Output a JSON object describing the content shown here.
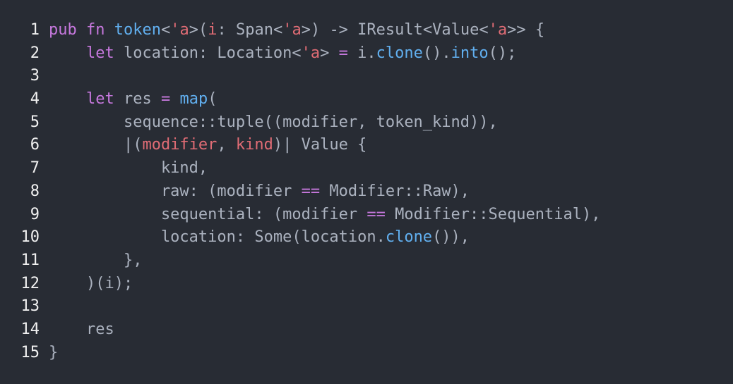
{
  "window": {
    "title": ""
  },
  "theme": {
    "background": "#282c34",
    "text": "#abb2bf",
    "line_number": "#f0f0f0",
    "keyword": "#c678dd",
    "function": "#61afef",
    "lifetime": "#e06c75",
    "parameter": "#e06c75",
    "operator": "#c678dd"
  },
  "editor": {
    "language": "rust",
    "lines": [
      {
        "number": "1",
        "tokens": [
          {
            "type": "keyword",
            "text": "pub"
          },
          {
            "type": "text",
            "text": " "
          },
          {
            "type": "keyword",
            "text": "fn"
          },
          {
            "type": "text",
            "text": " "
          },
          {
            "type": "function",
            "text": "token"
          },
          {
            "type": "text",
            "text": "<"
          },
          {
            "type": "lifetime",
            "text": "'a"
          },
          {
            "type": "text",
            "text": ">("
          },
          {
            "type": "param",
            "text": "i"
          },
          {
            "type": "text",
            "text": ": Span<"
          },
          {
            "type": "lifetime",
            "text": "'a"
          },
          {
            "type": "text",
            "text": ">) -> IResult<Value<"
          },
          {
            "type": "lifetime",
            "text": "'a"
          },
          {
            "type": "text",
            "text": ">> {"
          }
        ]
      },
      {
        "number": "2",
        "tokens": [
          {
            "type": "text",
            "text": "    "
          },
          {
            "type": "keyword",
            "text": "let"
          },
          {
            "type": "text",
            "text": " location: Location<"
          },
          {
            "type": "lifetime",
            "text": "'a"
          },
          {
            "type": "text",
            "text": "> "
          },
          {
            "type": "operator",
            "text": "="
          },
          {
            "type": "text",
            "text": " i."
          },
          {
            "type": "function",
            "text": "clone"
          },
          {
            "type": "text",
            "text": "()."
          },
          {
            "type": "function",
            "text": "into"
          },
          {
            "type": "text",
            "text": "();"
          }
        ]
      },
      {
        "number": "3",
        "tokens": []
      },
      {
        "number": "4",
        "tokens": [
          {
            "type": "text",
            "text": "    "
          },
          {
            "type": "keyword",
            "text": "let"
          },
          {
            "type": "text",
            "text": " res "
          },
          {
            "type": "operator",
            "text": "="
          },
          {
            "type": "text",
            "text": " "
          },
          {
            "type": "function",
            "text": "map"
          },
          {
            "type": "text",
            "text": "("
          }
        ]
      },
      {
        "number": "5",
        "tokens": [
          {
            "type": "text",
            "text": "        sequence::tuple((modifier, token_kind)),"
          }
        ]
      },
      {
        "number": "6",
        "tokens": [
          {
            "type": "text",
            "text": "        |("
          },
          {
            "type": "param",
            "text": "modifier"
          },
          {
            "type": "text",
            "text": ", "
          },
          {
            "type": "param",
            "text": "kind"
          },
          {
            "type": "text",
            "text": ")| Value {"
          }
        ]
      },
      {
        "number": "7",
        "tokens": [
          {
            "type": "text",
            "text": "            kind,"
          }
        ]
      },
      {
        "number": "8",
        "tokens": [
          {
            "type": "text",
            "text": "            raw: (modifier "
          },
          {
            "type": "operator",
            "text": "=="
          },
          {
            "type": "text",
            "text": " Modifier::Raw),"
          }
        ]
      },
      {
        "number": "9",
        "tokens": [
          {
            "type": "text",
            "text": "            sequential: (modifier "
          },
          {
            "type": "operator",
            "text": "=="
          },
          {
            "type": "text",
            "text": " Modifier::Sequential),"
          }
        ]
      },
      {
        "number": "10",
        "tokens": [
          {
            "type": "text",
            "text": "            location: Some(location."
          },
          {
            "type": "function",
            "text": "clone"
          },
          {
            "type": "text",
            "text": "()),"
          }
        ]
      },
      {
        "number": "11",
        "tokens": [
          {
            "type": "text",
            "text": "        },"
          }
        ]
      },
      {
        "number": "12",
        "tokens": [
          {
            "type": "text",
            "text": "    )(i);"
          }
        ]
      },
      {
        "number": "13",
        "tokens": []
      },
      {
        "number": "14",
        "tokens": [
          {
            "type": "text",
            "text": "    res"
          }
        ]
      },
      {
        "number": "15",
        "tokens": [
          {
            "type": "text",
            "text": "}"
          }
        ]
      }
    ]
  }
}
